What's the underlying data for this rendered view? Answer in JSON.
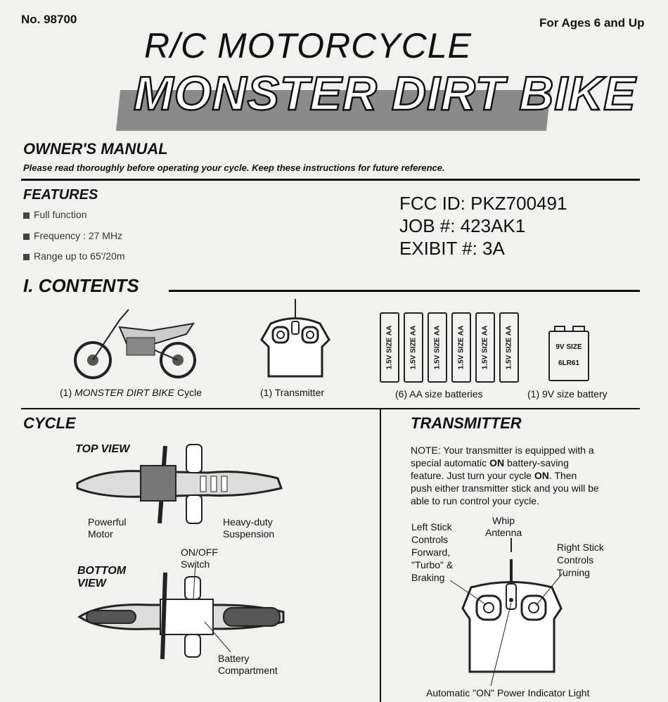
{
  "header": {
    "model_no": "No. 98700",
    "ages": "For Ages 6 and Up",
    "title1": "R/C MOTORCYCLE",
    "title2": "MONSTER DIRT BIKE"
  },
  "manual": {
    "heading": "OWNER'S MANUAL",
    "subtitle": "Please read thoroughly before operating your cycle. Keep these instructions for future reference."
  },
  "features": {
    "heading": "FEATURES",
    "items": [
      "Full function",
      "Frequency : 27 MHz",
      "Range up to 65'/20m"
    ]
  },
  "fcc": {
    "line1": "FCC ID: PKZ700491",
    "line2": "JOB #: 423AK1",
    "line3": "EXIBIT #: 3A"
  },
  "contents": {
    "heading": "I. CONTENTS",
    "items": [
      {
        "label_prefix": "(1) ",
        "label_em": "MONSTER DIRT BIKE",
        "label_suffix": " Cycle"
      },
      {
        "label": "(1) Transmitter"
      },
      {
        "label": "(6) AA size batteries",
        "battery_text": "1.5V SIZE AA"
      },
      {
        "label": "(1) 9V size battery",
        "battery_line1": "9V SIZE",
        "battery_line2": "6LR61"
      }
    ]
  },
  "cycle": {
    "heading": "CYCLE",
    "top_view": "TOP VIEW",
    "bottom_view1": "BOTTOM",
    "bottom_view2": "VIEW",
    "motor1": "Powerful",
    "motor2": "Motor",
    "susp1": "Heavy-duty",
    "susp2": "Suspension",
    "switch1": "ON/OFF",
    "switch2": "Switch",
    "batt1": "Battery",
    "batt2": "Compartment"
  },
  "transmitter": {
    "heading": "TRANSMITTER",
    "note": [
      "NOTE: Your transmitter is equipped with a",
      "special automatic ",
      "ON",
      " battery-saving",
      "feature. Just turn your cycle ",
      "ON",
      ". Then",
      "push either transmitter stick and you will be",
      "able to run control your cycle."
    ],
    "left": [
      "Left Stick",
      "Controls",
      "Forward,",
      "\"Turbo\" &",
      "Braking"
    ],
    "antenna": [
      "Whip",
      "Antenna"
    ],
    "right": [
      "Right Stick",
      "Controls",
      "Turning"
    ],
    "indicator": "Automatic \"ON\" Power Indicator Light"
  }
}
